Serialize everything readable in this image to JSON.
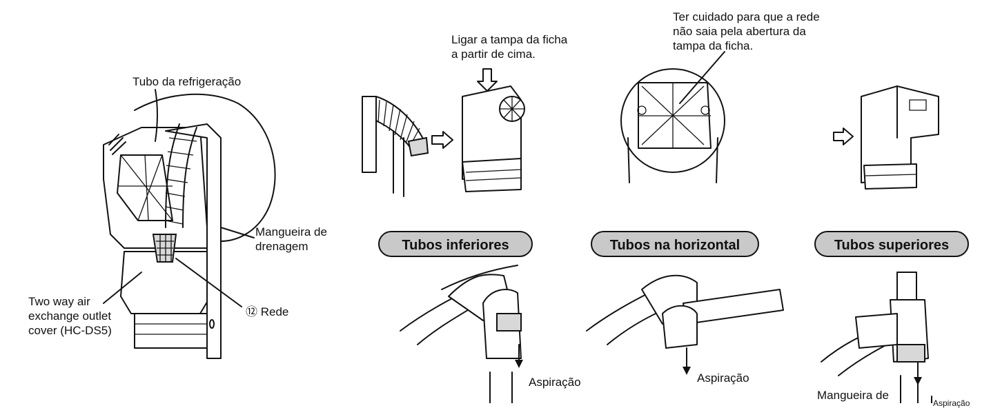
{
  "left_figure": {
    "tubo_label": "Tubo da refrigeração",
    "mangueira_label": "Mangueira de\ndrenagem",
    "cover_label": "Two way air\nexchange outlet\ncover (HC-DS5)",
    "rede_label": "⑫ Rede"
  },
  "top_row": {
    "ligar_label": "Ligar a tampa da ficha\na partir de cima.",
    "cuidado_label": "Ter cuidado para que a rede\nnão saia pela abertura da\ntampa da ficha."
  },
  "sections": [
    {
      "title": "Tubos inferiores",
      "caption": "Aspiração"
    },
    {
      "title": "Tubos na horizontal",
      "caption": "Aspiração"
    },
    {
      "title": "Tubos superiores",
      "caption": "Mangueira de",
      "extra": "Aspiração"
    }
  ]
}
